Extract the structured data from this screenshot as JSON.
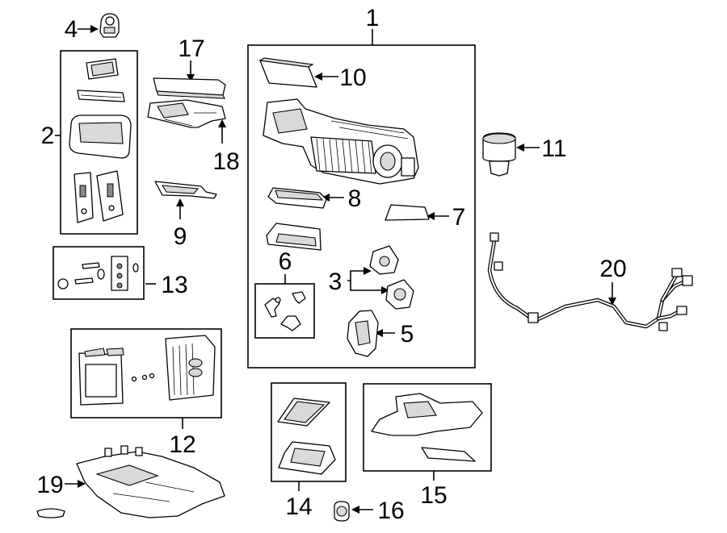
{
  "callouts": {
    "c1": "1",
    "c2": "2",
    "c3": "3",
    "c4": "4",
    "c5": "5",
    "c6": "6",
    "c7": "7",
    "c8": "8",
    "c9": "9",
    "c10": "10",
    "c11": "11",
    "c12": "12",
    "c13": "13",
    "c14": "14",
    "c15": "15",
    "c16": "16",
    "c17": "17",
    "c18": "18",
    "c19": "19",
    "c20": "20"
  },
  "colors": {
    "line": "#000000",
    "background": "#ffffff",
    "shade": "#d9d9d9"
  }
}
